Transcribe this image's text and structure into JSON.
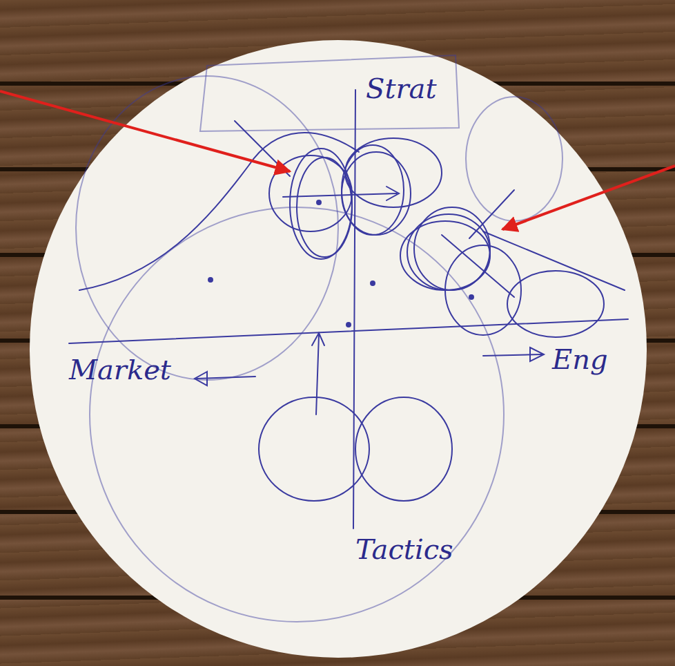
{
  "diagram": {
    "labels": [
      "Strat",
      "Market",
      "Eng",
      "Tactics"
    ]
  }
}
